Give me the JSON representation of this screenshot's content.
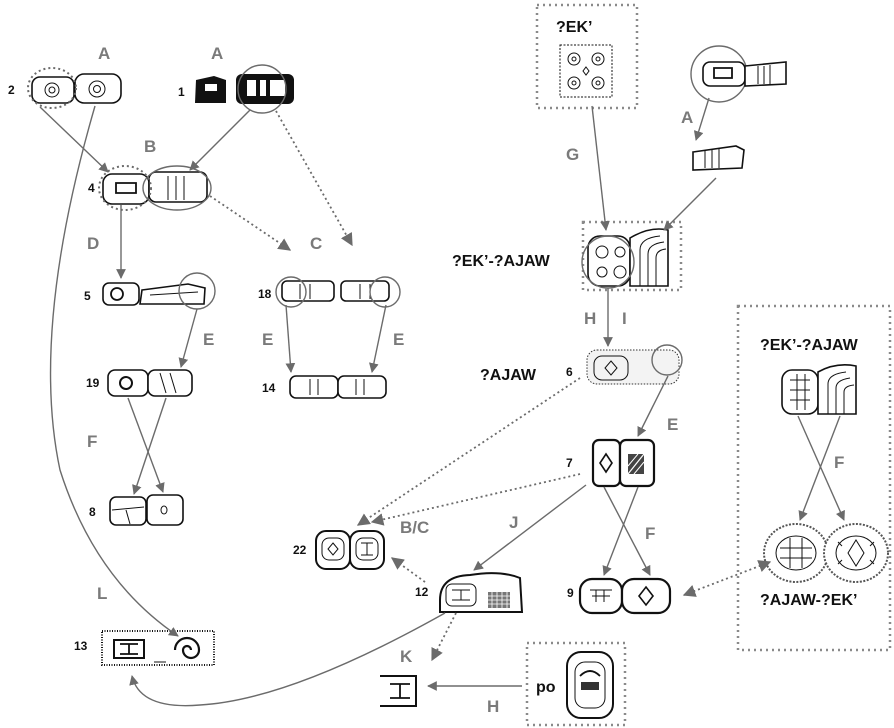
{
  "transformation_letters": {
    "a_left": "A",
    "a_right": "A",
    "a_mid_right": "A",
    "b": "B",
    "c": "C",
    "d": "D",
    "e_left1": "E",
    "e_left2": "E",
    "e_left3": "E",
    "e_right": "E",
    "f_left": "F",
    "f_right": "F",
    "f_panel": "F",
    "g": "G",
    "h_top": "H",
    "i": "I",
    "j": "J",
    "bc": "B/C",
    "k": "K",
    "h_bottom": "H",
    "l": "L"
  },
  "example_numbers": {
    "n1": "1",
    "n2": "2",
    "n4": "4",
    "n5": "5",
    "n6": "6",
    "n7": "7",
    "n8": "8",
    "n9": "9",
    "n12": "12",
    "n13": "13",
    "n14": "14",
    "n18": "18",
    "n19": "19",
    "n22": "22"
  },
  "readings": {
    "ek_box": "?EK’",
    "ek_ajaw": "?EK’-?AJAW",
    "ajaw": "?AJAW",
    "panel_top": "?EK’-?AJAW",
    "panel_bottom": "?AJAW-?EK’",
    "po": "po"
  }
}
